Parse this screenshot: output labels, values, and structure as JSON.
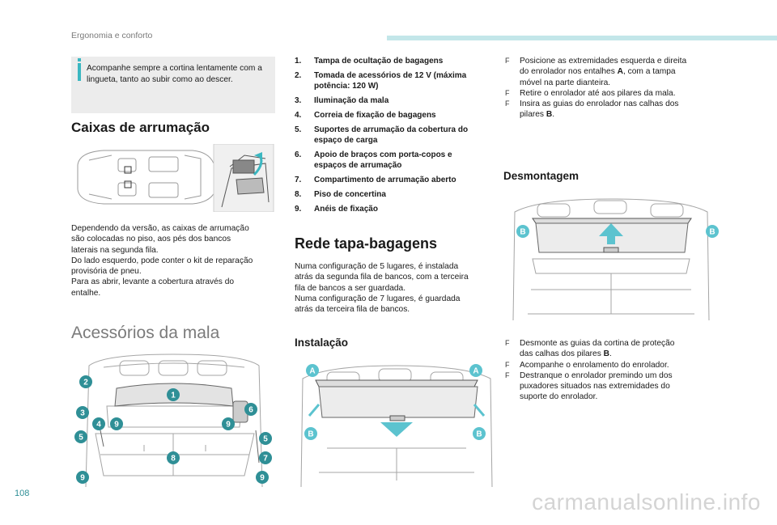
{
  "header": {
    "section": "Ergonomia e conforto"
  },
  "page_number": "108",
  "watermark": "carmanualsonline.info",
  "note": {
    "text": "Acompanhe sempre a cortina lentamente com a lingueta, tanto ao subir como ao descer."
  },
  "storage": {
    "title": "Caixas de arrumação",
    "lines": [
      "Dependendo da versão, as caixas de arrumação",
      "são colocadas no piso, aos pés dos bancos",
      "laterais na segunda fila.",
      "Do lado esquerdo, pode conter o kit de reparação",
      "provisória de pneu.",
      "Para as abrir, levante a cobertura através do",
      "entalhe."
    ]
  },
  "accessories": {
    "title": "Acessórios da mala",
    "callouts": [
      "1",
      "2",
      "3",
      "4",
      "5",
      "6",
      "7",
      "8",
      "9"
    ],
    "items": [
      {
        "n": "1.",
        "lines": [
          "Tampa de ocultação de bagagens"
        ]
      },
      {
        "n": "2.",
        "lines": [
          "Tomada de acessórios de 12 V (máxima",
          "potência: 120 W)"
        ]
      },
      {
        "n": "3.",
        "lines": [
          "Iluminação da mala"
        ]
      },
      {
        "n": "4.",
        "lines": [
          "Correia de fixação de bagagens"
        ]
      },
      {
        "n": "5.",
        "lines": [
          "Suportes de arrumação da cobertura do",
          "espaço de carga"
        ]
      },
      {
        "n": "6.",
        "lines": [
          "Apoio de braços com porta-copos e",
          "espaços de arrumação"
        ]
      },
      {
        "n": "7.",
        "lines": [
          "Compartimento de arrumação aberto"
        ]
      },
      {
        "n": "8.",
        "lines": [
          "Piso de concertina"
        ]
      },
      {
        "n": "9.",
        "lines": [
          "Anéis de fixação"
        ]
      }
    ]
  },
  "net": {
    "title": "Rede tapa-bagagens",
    "lines": [
      "Numa configuração de 5 lugares, é instalada",
      "atrás da segunda fila de bancos, com a terceira",
      "fila de bancos a ser guardada.",
      "Numa configuração de 7 lugares, é guardada",
      "atrás da terceira fila de bancos."
    ]
  },
  "install": {
    "title": "Instalação",
    "labels": {
      "a": "A",
      "b": "B"
    },
    "steps": [
      {
        "pre": "Posicione as extremidades esquerda e direita",
        "lines": [
          "do enrolador nos entalhes "
        ],
        "bold": "A",
        "post": ", com a tampa",
        "rest": [
          "móvel na parte dianteira."
        ]
      },
      {
        "pre": "Retire o enrolador até aos pilares da mala."
      },
      {
        "pre": "Insira as guias do enrolador nas calhas dos",
        "rest2": "pilares ",
        "bold": "B",
        "post": "."
      }
    ]
  },
  "remove": {
    "title": "Desmontagem",
    "labels": {
      "b": "B"
    },
    "steps": [
      {
        "l1": "Desmonte as guias da cortina de proteção",
        "l2": "das calhas dos pilares ",
        "bold": "B",
        "post": "."
      },
      {
        "l1": "Acompanhe o enrolamento do enrolador."
      },
      {
        "l1": "Destranque o enrolador premindo um dos",
        "l2": "puxadores situados nas extremidades do",
        "l3": "suporte do enrolador."
      }
    ]
  },
  "colors": {
    "accent": "#3bb7c1",
    "callout": "#2f8f96",
    "highlight": "#5cc3cf"
  }
}
